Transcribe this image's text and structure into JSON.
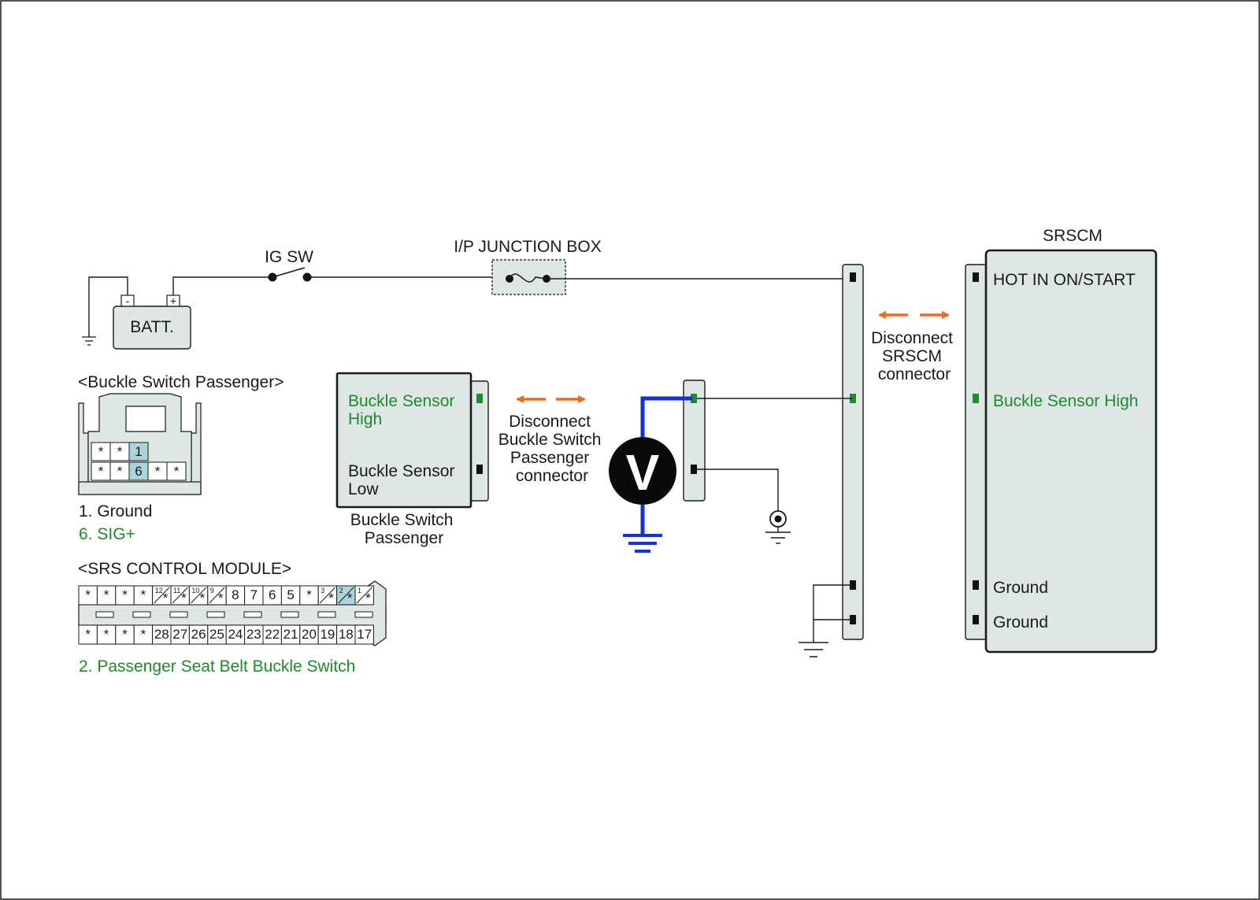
{
  "colors": {
    "wire": "#1a1a1a",
    "signal_green": "#1f8a2a",
    "meter_blue": "#1530d8",
    "disconnect_orange": "#ee6a1c",
    "connector_fill": "#dde8e6",
    "pin_highlight": "#a9d4dc"
  },
  "icons": [
    "battery-icon",
    "ignition-switch-icon",
    "fuse-icon",
    "voltmeter-icon",
    "ground-icon",
    "disconnect-arrows-icon"
  ],
  "power": {
    "battery_label": "BATT.",
    "battery_minus": "-",
    "battery_plus": "+",
    "ig_sw_label": "IG SW",
    "junction_box_label": "I/P JUNCTION BOX"
  },
  "srscm": {
    "title": "SRSCM",
    "pins": [
      "HOT IN ON/START",
      "Buckle Sensor High",
      "Ground",
      "Ground"
    ]
  },
  "srscm_disconnect": {
    "lines": [
      "Disconnect",
      "SRSCM",
      "connector"
    ]
  },
  "buckle_switch": {
    "pin_high": [
      "Buckle Sensor",
      "High"
    ],
    "pin_low": [
      "Buckle Sensor",
      "Low"
    ],
    "caption": [
      "Buckle Switch",
      "Passenger"
    ]
  },
  "buckle_disconnect": {
    "lines": [
      "Disconnect",
      "Buckle Switch",
      "Passenger",
      "connector"
    ]
  },
  "voltmeter": {
    "symbol": "V"
  },
  "buckle_connector_view": {
    "title": "<Buckle Switch Passenger>",
    "row1": [
      "*",
      "*",
      "1"
    ],
    "row2": [
      "*",
      "*",
      "6",
      "*",
      "*"
    ],
    "legend": [
      "1. Ground",
      "6. SIG+"
    ]
  },
  "srs_module_view": {
    "title": "<SRS CONTROL MODULE>",
    "top_row": [
      "*",
      "*",
      "*",
      "*",
      "12",
      "11",
      "10",
      "9",
      "8",
      "7",
      "6",
      "5",
      "*",
      "3",
      "2",
      "1"
    ],
    "star": "*",
    "bottom_row": [
      "*",
      "*",
      "*",
      "*",
      "28",
      "27",
      "26",
      "25",
      "24",
      "23",
      "22",
      "21",
      "20",
      "19",
      "18",
      "17"
    ],
    "legend": "2. Passenger Seat Belt Buckle Switch"
  }
}
